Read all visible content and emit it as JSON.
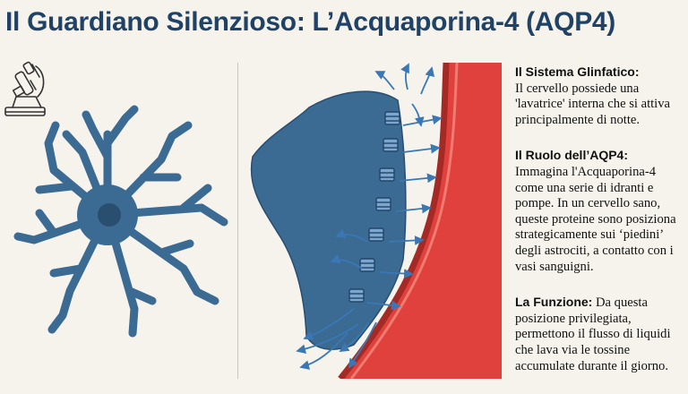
{
  "title": "Il Guardiano Silenzioso: L’Acquaporina-4 (AQP4)",
  "icons": [
    "microscope-icon"
  ],
  "colors": {
    "title": "#1f4266",
    "astrocyte": "#3b6a93",
    "vessel": "#e0413c",
    "background": "#f6f3ec"
  },
  "sections": [
    {
      "heading": "Il Sistema Glinfatico:",
      "lines": [
        "Il cervello possiede una",
        "'lavatrice' interna che si attiva",
        "principalmente di notte."
      ]
    },
    {
      "heading": "Il Ruolo dell’AQP4:",
      "lines": [
        "Immagina l'Acquaporina-4",
        "come una serie di idranti e",
        "pompe. In un cervello sano,",
        "queste proteine sono posiziona",
        "strategicamente sui ‘piedini’",
        "degli astrociti, a contatto con i",
        "vasi sanguigni."
      ]
    },
    {
      "heading": "La Funzione:",
      "first_line_rest": "Da questa",
      "lines": [
        "posizione privilegiata,",
        "permettono il flusso di liquidi",
        "che lava via le tossine",
        "accumulate durante il giorno."
      ]
    }
  ]
}
